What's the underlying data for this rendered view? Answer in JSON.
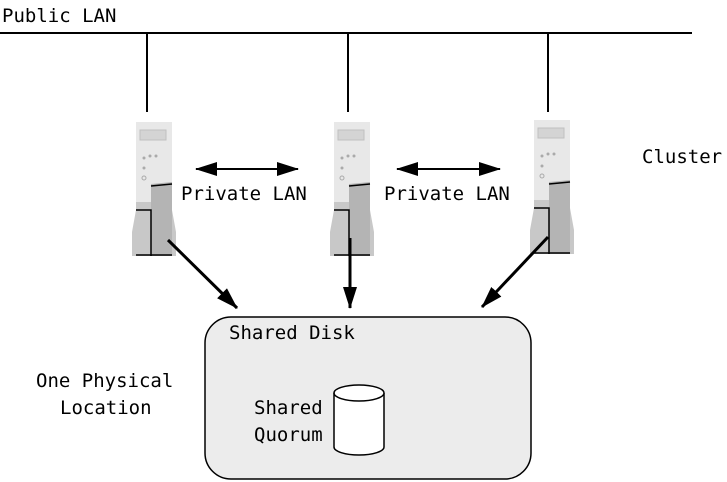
{
  "labels": {
    "public_lan": "Public LAN",
    "private_lan_1": "Private LAN",
    "private_lan_2": "Private LAN",
    "cluster": "Cluster",
    "shared_disk": "Shared Disk",
    "shared_quorum_line1": "Shared",
    "shared_quorum_line2": "Quorum",
    "location_line1": "One Physical",
    "location_line2": "Location"
  },
  "icons": {
    "server": "server-tower-icon",
    "quorum": "database-cylinder-icon"
  },
  "colors": {
    "server_light": "#e6e6e6",
    "server_dark": "#b4b4b4",
    "disk_fill": "#ececec"
  }
}
